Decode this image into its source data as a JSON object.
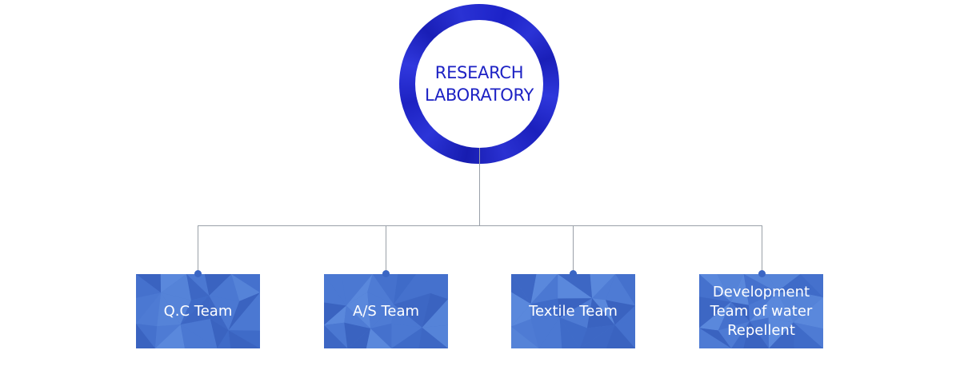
{
  "chart_data": {
    "type": "org-chart",
    "root": {
      "label": "RESEARCH\nLABORATORY"
    },
    "children": [
      {
        "label": "Q.C Team"
      },
      {
        "label": "A/S Team"
      },
      {
        "label": "Textile Team"
      },
      {
        "label": "Development\nTeam of water\nRepellent"
      }
    ]
  },
  "colors": {
    "ring": "#1d22c4",
    "box": "#4a76cf",
    "connector": "#9aa0a8",
    "dot": "#3b66c4",
    "box_text": "#ffffff"
  }
}
